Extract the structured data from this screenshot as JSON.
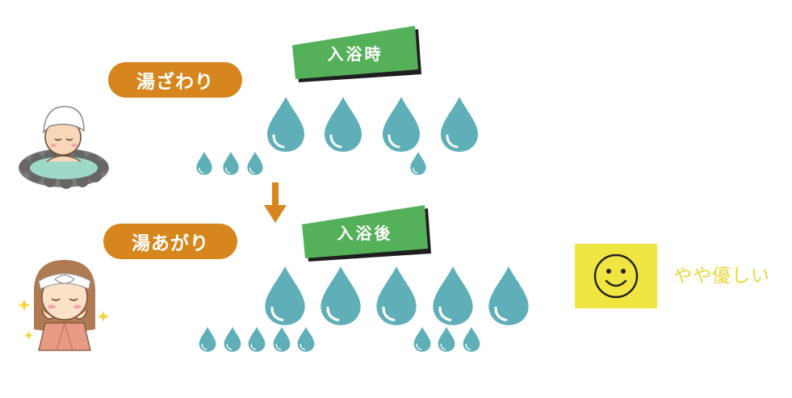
{
  "labels": {
    "before_feel": "湯ざわり",
    "after_feel": "湯あがり",
    "during_bath": "入浴時",
    "after_bath": "入浴後",
    "verdict": "やや優しい"
  },
  "colors": {
    "orange": "#d6861c",
    "green": "#55b05a",
    "drop": "#5fafb8",
    "verdict_bg": "#f0e641",
    "verdict_text": "#e8d73a"
  },
  "icons": {
    "bathing": "woman-in-hot-spring-icon",
    "after": "woman-with-towel-headband-icon",
    "arrow": "arrow-down-icon",
    "face": "smiley-face-icon"
  },
  "drop_rows": [
    {
      "name": "during-large",
      "count": 4
    },
    {
      "name": "during-small",
      "count": 4
    },
    {
      "name": "after-large",
      "count": 5
    },
    {
      "name": "after-small",
      "count": 8
    }
  ]
}
